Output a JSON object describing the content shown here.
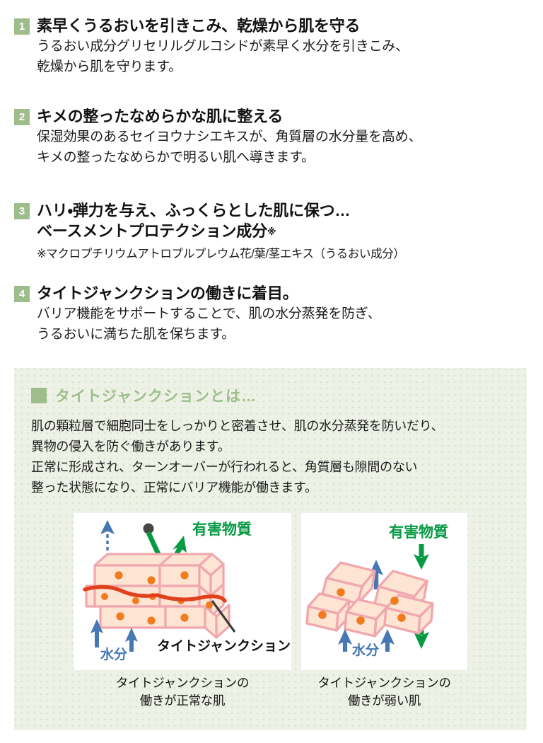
{
  "colors": {
    "badge_green": "#9dbe8b",
    "panel_bg": "#eef2e6",
    "panel_title_green": "#9dbe8b",
    "cell_fill": "#fde4d3",
    "cell_stroke": "#f0a8ae",
    "nucleus_orange": "#f07c1e",
    "tight_junction_red": "#e0401c",
    "water_blue": "#4678b4",
    "harmful_green": "#079a45",
    "particle_gray": "#464646",
    "pointer_line": "#3c3c3c"
  },
  "benefits": [
    {
      "number": "1",
      "title": "素早くうるおいを引きこみ、乾燥から肌を守る",
      "body": [
        "うるおい成分グリセリルグルコシドが素早く水分を引きこみ、",
        "乾燥から肌を守ります。"
      ]
    },
    {
      "number": "2",
      "title": "キメの整ったなめらかな肌に整える",
      "body": [
        "保湿効果のあるセイヨウナシエキスが、角質層の水分量を高め、",
        "キメの整ったなめらかで明るい肌へ導きます。"
      ]
    },
    {
      "number": "3",
      "title_line1": "ハリ・弾力を与え、ふっくらとした肌に保つ…",
      "title_line2": "ベースメントプロテクション成分",
      "title_mark": "※",
      "footnote": "※マクロプチリウムアトロプルプレウム花/葉/茎エキス（うるおい成分）"
    },
    {
      "number": "4",
      "title": "タイトジャンクションの働きに着目。",
      "body": [
        "バリア機能をサポートすることで、肌の水分蒸発を防ぎ、",
        "うるおいに満ちた肌を保ちます。"
      ]
    }
  ],
  "panel": {
    "marker": "■",
    "title": "タイトジャンクションとは…",
    "body": [
      "肌の顆粒層で細胞同士をしっかりと密着させ、肌の水分蒸発を防いだり、",
      "異物の侵入を防ぐ働きがあります。",
      "正常に形成され、ターンオーバーが行われると、角質層も隙間のない",
      "整った状態になり、正常にバリア機能が働きます。"
    ],
    "figures": [
      {
        "id": "normal-skin",
        "caption_line1": "タイトジャンクションの",
        "caption_line2": "働きが正常な肌",
        "labels": {
          "harmful": "有害物質",
          "water": "水分",
          "tight_junction": "タイトジャンクション"
        }
      },
      {
        "id": "weak-skin",
        "caption_line1": "タイトジャンクションの",
        "caption_line2": "働きが弱い肌",
        "labels": {
          "harmful": "有害物質",
          "water": "水分"
        }
      }
    ]
  }
}
